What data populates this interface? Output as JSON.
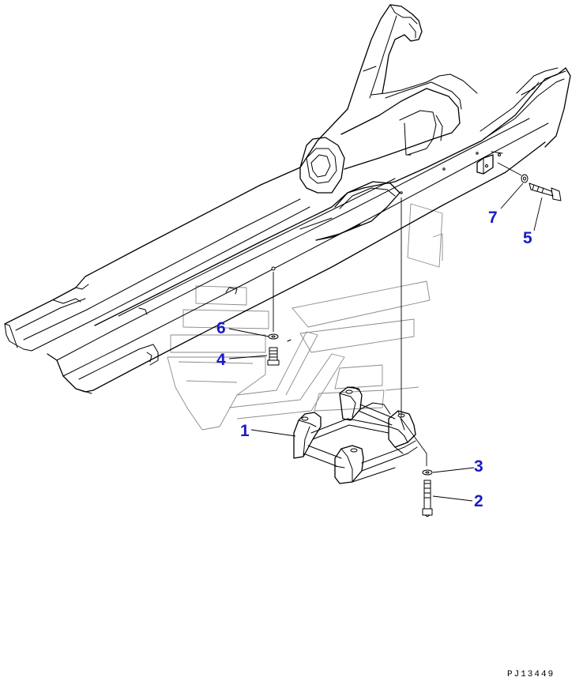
{
  "diagram": {
    "figure_code": "PJ13449",
    "callouts": [
      {
        "id": "1",
        "label": "1"
      },
      {
        "id": "2",
        "label": "2"
      },
      {
        "id": "3",
        "label": "3"
      },
      {
        "id": "4",
        "label": "4"
      },
      {
        "id": "5",
        "label": "5"
      },
      {
        "id": "6",
        "label": "6"
      },
      {
        "id": "7",
        "label": "7"
      }
    ],
    "colors": {
      "callout": "#1a1ac8",
      "line": "#000000",
      "background": "#ffffff",
      "ghost_outline": "#8a8a8a"
    }
  }
}
